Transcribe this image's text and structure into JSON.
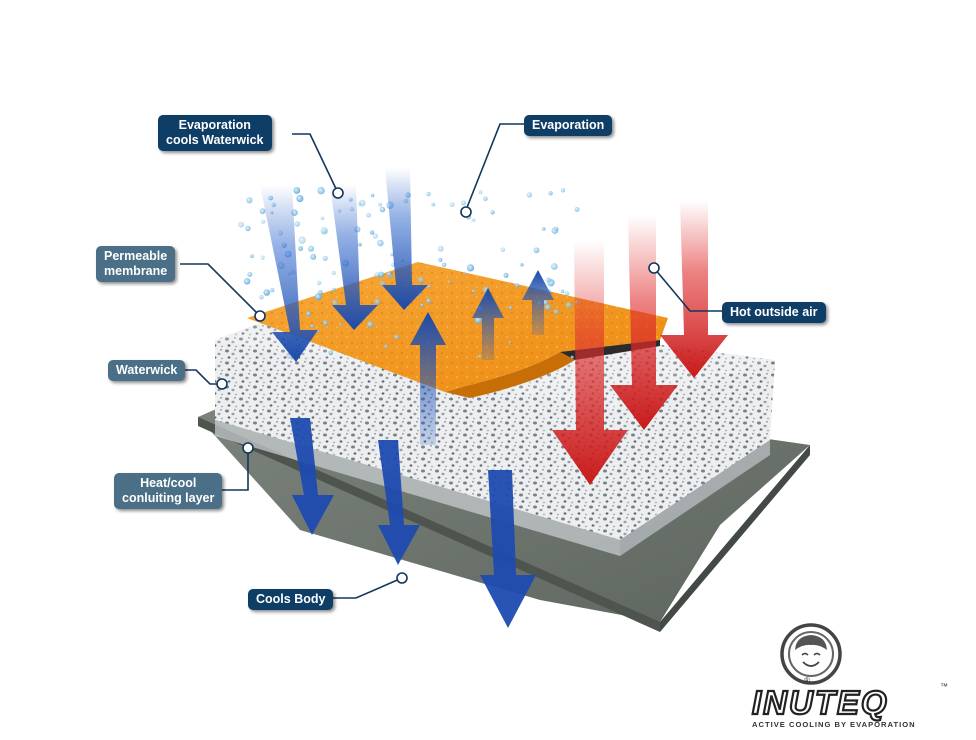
{
  "labels": {
    "evaporation_cools": [
      "Evaporation",
      "cools Waterwick"
    ],
    "evaporation": "Evaporation",
    "permeable_membrane": [
      "Permeable",
      "membrane"
    ],
    "hot_outside_air": "Hot outside air",
    "waterwick": "Waterwick",
    "heat_cool_layer": [
      "Heat/cool",
      "conluiting layer"
    ],
    "cools_body": "Cools Body"
  },
  "brand": {
    "name": "INUTEQ",
    "trademark": "™",
    "registered": "®",
    "tagline": "ACTIVE COOLING BY EVAPORATION"
  },
  "colors": {
    "label_dark": "#0e3d66",
    "label_slate": "#4a6f86",
    "membrane": "#f39a1e",
    "cool_arrow": "#1e4fb0",
    "hot_arrow": "#d42020",
    "base_layer": "#6f7770",
    "waterwick": "#e6e8ea"
  }
}
